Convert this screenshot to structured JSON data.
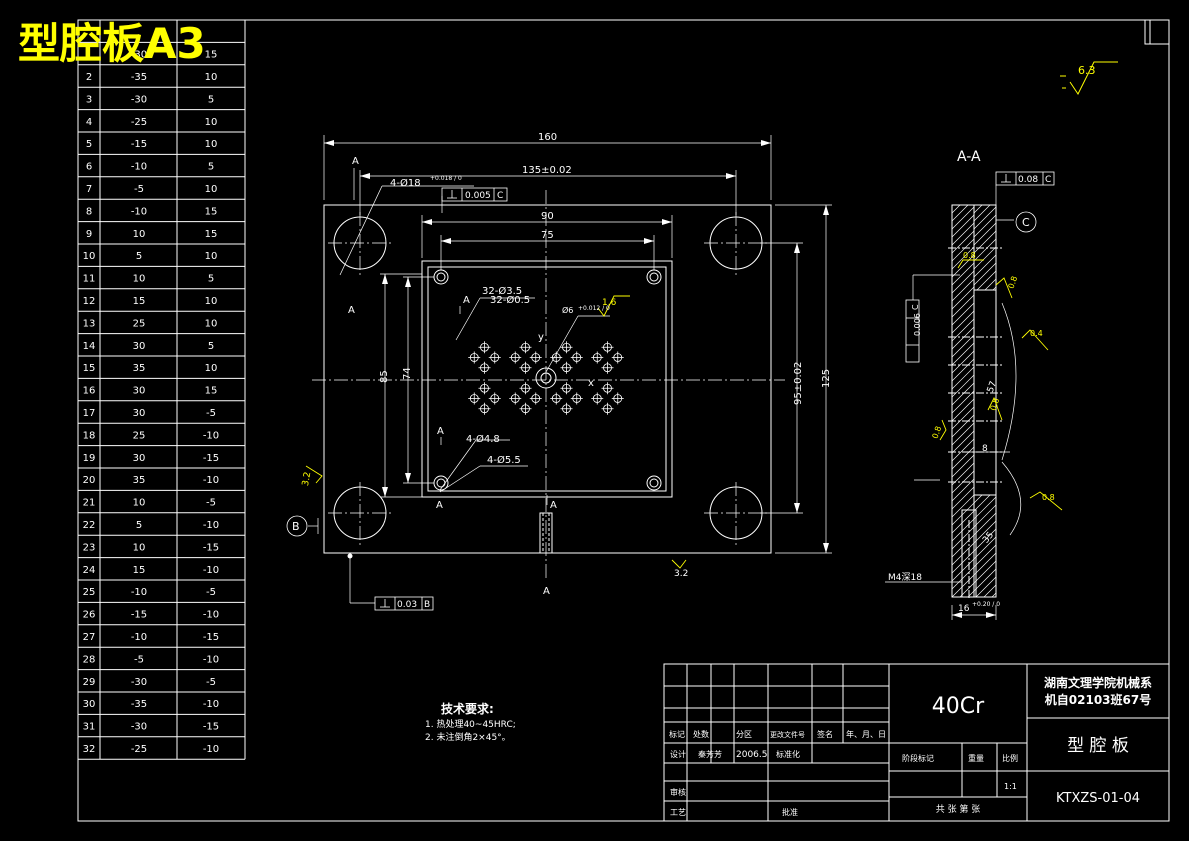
{
  "title": "型腔板A3",
  "table": {
    "rows": [
      [
        "1",
        "-30",
        "15"
      ],
      [
        "2",
        "-35",
        "10"
      ],
      [
        "3",
        "-30",
        "5"
      ],
      [
        "4",
        "-25",
        "10"
      ],
      [
        "5",
        "-15",
        "10"
      ],
      [
        "6",
        "-10",
        "5"
      ],
      [
        "7",
        "-5",
        "10"
      ],
      [
        "8",
        "-10",
        "15"
      ],
      [
        "9",
        "10",
        "15"
      ],
      [
        "10",
        "5",
        "10"
      ],
      [
        "11",
        "10",
        "5"
      ],
      [
        "12",
        "15",
        "10"
      ],
      [
        "13",
        "25",
        "10"
      ],
      [
        "14",
        "30",
        "5"
      ],
      [
        "15",
        "35",
        "10"
      ],
      [
        "16",
        "30",
        "15"
      ],
      [
        "17",
        "30",
        "-5"
      ],
      [
        "18",
        "25",
        "-10"
      ],
      [
        "19",
        "30",
        "-15"
      ],
      [
        "20",
        "35",
        "-10"
      ],
      [
        "21",
        "10",
        "-5"
      ],
      [
        "22",
        "5",
        "-10"
      ],
      [
        "23",
        "10",
        "-15"
      ],
      [
        "24",
        "15",
        "-10"
      ],
      [
        "25",
        "-10",
        "-5"
      ],
      [
        "26",
        "-15",
        "-10"
      ],
      [
        "27",
        "-10",
        "-15"
      ],
      [
        "28",
        "-5",
        "-10"
      ],
      [
        "29",
        "-30",
        "-5"
      ],
      [
        "30",
        "-35",
        "-10"
      ],
      [
        "31",
        "-30",
        "-15"
      ],
      [
        "32",
        "-25",
        "-10"
      ]
    ]
  },
  "roughness_corner": "6.3",
  "main_view": {
    "dim_160": "160",
    "dim_135": "135±0.02",
    "dim_90": "90",
    "dim_75": "75",
    "dim_85": "85",
    "dim_74": "74",
    "dim_95": "95±0.02",
    "dim_125": "125",
    "hole_4_18": "4-Ø18",
    "hole_4_18_tol": "+0.018 / 0",
    "perp_1_value": "0.005",
    "perp_1_ref": "C",
    "perp_2_value": "0.03",
    "perp_2_ref": "B",
    "holes_32_35": "32-Ø3.5",
    "holes_32_05": "32-Ø0.5",
    "hole_6": "Ø6",
    "hole_6_tol": "+0.012 / 0",
    "rough_16": "1.6",
    "holes_4_48": "4-Ø4.8",
    "holes_4_55": "4-Ø5.5",
    "rough_32_left": "3.2",
    "rough_32_bottom": "3.2",
    "datum_b": "B",
    "section_a": "A",
    "axis_y": "y",
    "axis_x": "x"
  },
  "section_view": {
    "title": "A-A",
    "perp_value": "0.08",
    "perp_ref": "C",
    "datum_c": "C",
    "par_value": "0.006",
    "par_ref": "C",
    "r08_a": "0.8",
    "r08_b": "0.8",
    "r04": "0.4",
    "r08_c": "0.8",
    "r08_d": "0.8",
    "r08_e": "0.8",
    "dim_8": "8",
    "m4": "M4深18",
    "dim_16": "16",
    "dim_16_tol": "+0.20 / 0",
    "ang_57": "57",
    "ang_35": "35"
  },
  "tech": {
    "heading": "技术要求:",
    "line1": "1. 热处理40~45HRC;",
    "line2": "2. 未注倒角2×45°。"
  },
  "title_block": {
    "school": "湖南文理学院机械系",
    "class": "机自02103班67号",
    "part_name": "型 腔 板",
    "material": "40Cr",
    "drawing_no": "KTXZS-01-04",
    "h_biaoji": "标记",
    "h_chushu": "处数",
    "h_fenqu": "分区",
    "h_wenjian": "更改文件号",
    "h_qianming": "签名",
    "h_date": "年、月、日",
    "sheji": "设计",
    "designer": "秦芳芳",
    "design_date": "2006.5",
    "biaozhunhua": "标准化",
    "jieduan": "阶段标记",
    "zhongliang": "重量",
    "bili": "比例",
    "scale": "1:1",
    "shenhe": "审核",
    "gongyi": "工艺",
    "pizhun": "批准",
    "sheets": "共 张 第 张"
  },
  "colors": {
    "line": "#ffffff",
    "annotation": "#ffff00",
    "background": "#000000",
    "title": "#ffff00"
  }
}
